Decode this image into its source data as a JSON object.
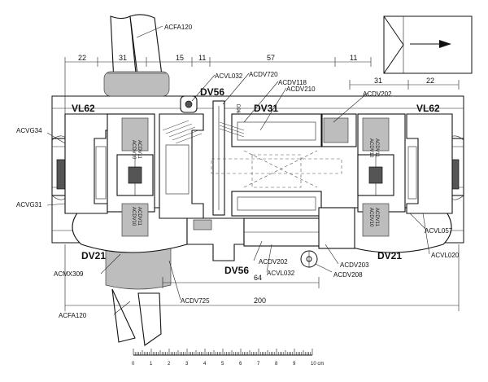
{
  "labels": {
    "acfa_top": "ACFA120",
    "acfa_bottom": "ACFA120",
    "acvl032_top": "ACVL032",
    "acdv720": "ACDV720",
    "acdv118": "ACDV118",
    "acdv210": "ACDV210",
    "acdv202_top": "ACDV202",
    "acvg34": "ACVG34",
    "acvg31": "ACVG31",
    "acmx309": "ACMX309",
    "acdv725": "ACDV725",
    "acdv202_bottom": "ACDV202",
    "acvl032_bottom": "ACVL032",
    "acdv203": "ACDV203",
    "acdv208": "ACDV208",
    "acvl057": "ACVL057",
    "acvl020": "ACVL020",
    "acdv10_a": "ACDV10",
    "acdv11_a": "ACDV11",
    "acdv10_b": "ACDV10",
    "acdv11_b": "ACDV11",
    "acdv10_c": "ACDV10",
    "acdv11_c": "ACDV11",
    "acdv10_d": "ACDV10",
    "acdv11_d": "ACDV11"
  },
  "profiles": {
    "vl62_left": "VL62",
    "vl62_right": "VL62",
    "dv56_top": "DV56",
    "dv56_bottom": "DV56",
    "dv31": "DV31",
    "dv21_left": "DV21",
    "dv21_right": "DV21",
    "d96": "D96"
  },
  "dimensions": {
    "top": [
      "22",
      "31",
      "15",
      "11",
      "57",
      "11"
    ],
    "right_top": [
      "31",
      "22"
    ],
    "bottom_inner": "64",
    "bottom_total": "200"
  },
  "scale": {
    "ticks": [
      "0",
      "1",
      "2",
      "3",
      "4",
      "5",
      "6",
      "7",
      "8",
      "9",
      "10 cm"
    ]
  }
}
